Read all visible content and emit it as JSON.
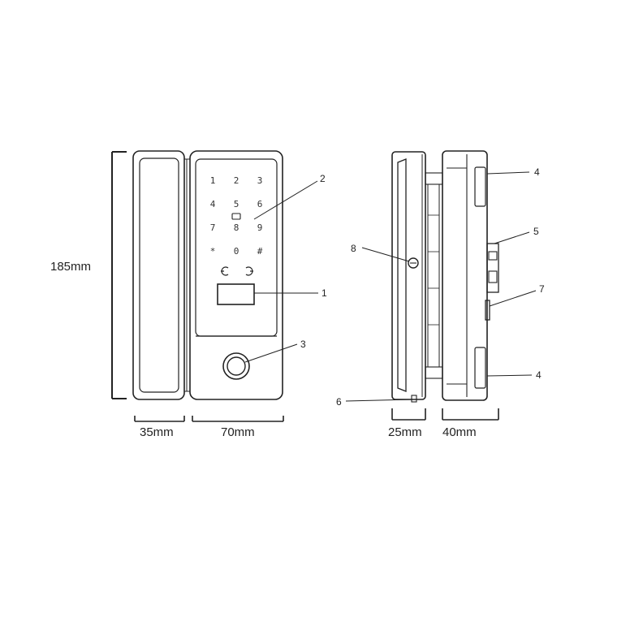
{
  "dimensions": {
    "height": "185mm",
    "front_left_width": "35mm",
    "front_right_width": "70mm",
    "side_left_width": "25mm",
    "side_right_width": "40mm"
  },
  "keypad": {
    "rows": [
      [
        "1",
        "2",
        "3"
      ],
      [
        "4",
        "5",
        "6"
      ],
      [
        "7",
        "8",
        "9"
      ],
      [
        "*",
        "0",
        "#"
      ]
    ]
  },
  "callouts": {
    "c1": "1",
    "c2": "2",
    "c3": "3",
    "c4_top": "4",
    "c4_bottom": "4",
    "c5": "5",
    "c6": "6",
    "c7": "7",
    "c8": "8"
  },
  "icons": {
    "card_reader": "card-reader-icon",
    "unlock_left": "unlock-left-icon",
    "unlock_right": "unlock-right-icon",
    "fingerprint": "fingerprint-icon"
  }
}
